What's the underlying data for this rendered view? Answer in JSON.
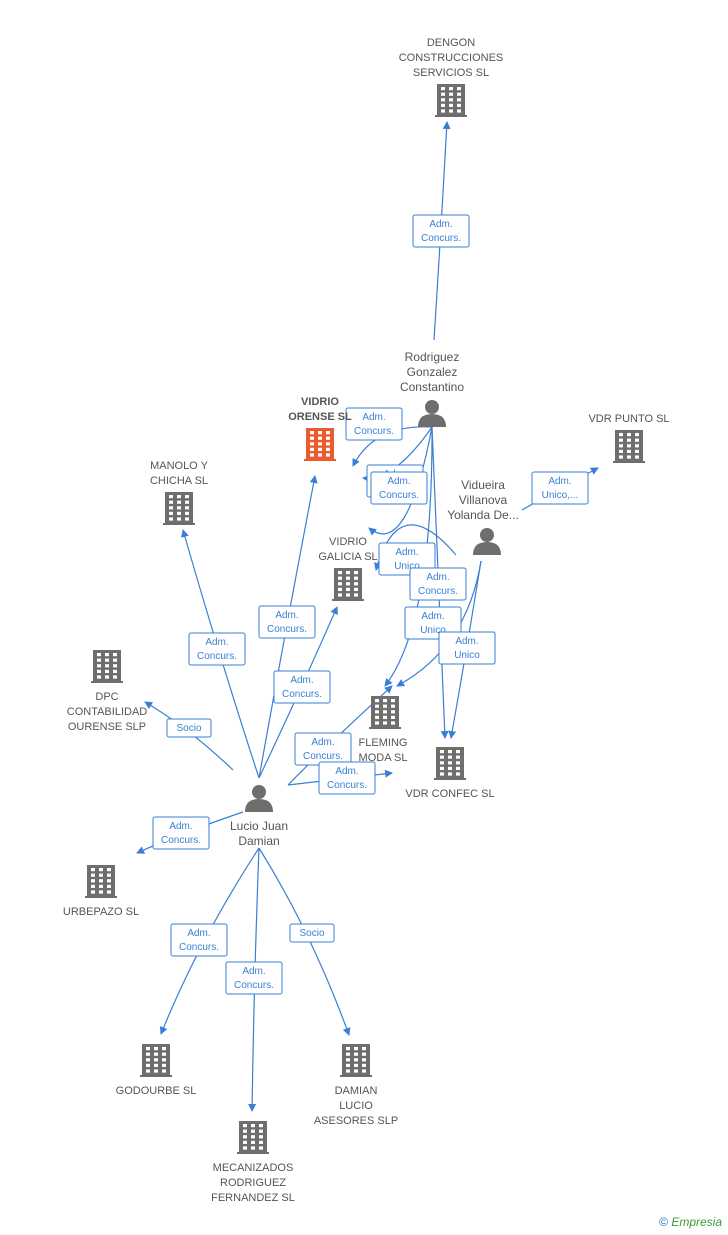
{
  "colors": {
    "edge": "#3a7fd5",
    "building": "#6e6e6e",
    "focus_building": "#ee5a2f",
    "person": "#6e6e6e"
  },
  "nodes": [
    {
      "id": "dengon",
      "kind": "company",
      "lines": [
        "DENGON",
        "CONSTRUCCIONES",
        "SERVICIOS SL"
      ]
    },
    {
      "id": "vdr_punto",
      "kind": "company",
      "lines": [
        "VDR PUNTO SL"
      ]
    },
    {
      "id": "vidrio_orense",
      "kind": "company",
      "focus": true,
      "lines": [
        "VIDRIO",
        "ORENSE SL"
      ]
    },
    {
      "id": "manolo",
      "kind": "company",
      "lines": [
        "MANOLO Y",
        "CHICHA SL"
      ]
    },
    {
      "id": "vidrio_galicia",
      "kind": "company",
      "lines": [
        "VIDRIO",
        "GALICIA SL"
      ]
    },
    {
      "id": "dpc",
      "kind": "company",
      "lines": [
        "DPC",
        "CONTABILIDAD",
        "OURENSE  SLP"
      ]
    },
    {
      "id": "fleming",
      "kind": "company",
      "lines": [
        "FLEMING",
        "MODA  SL"
      ]
    },
    {
      "id": "vdr_confec",
      "kind": "company",
      "lines": [
        "VDR CONFEC SL"
      ]
    },
    {
      "id": "urbepazo",
      "kind": "company",
      "lines": [
        "URBEPAZO SL"
      ]
    },
    {
      "id": "godourbe",
      "kind": "company",
      "lines": [
        "GODOURBE SL"
      ]
    },
    {
      "id": "damian",
      "kind": "company",
      "lines": [
        "DAMIAN",
        "LUCIO",
        "ASESORES SLP"
      ]
    },
    {
      "id": "mecanizados",
      "kind": "company",
      "lines": [
        "MECANIZADOS",
        "RODRIGUEZ",
        "FERNANDEZ SL"
      ]
    },
    {
      "id": "rodriguez",
      "kind": "person",
      "lines": [
        "Rodriguez",
        "Gonzalez",
        "Constantino"
      ]
    },
    {
      "id": "vidueira",
      "kind": "person",
      "lines": [
        "Vidueira",
        "Villanova",
        "Yolanda De..."
      ]
    },
    {
      "id": "lucio",
      "kind": "person",
      "lines": [
        "Lucio Juan",
        "Damian"
      ]
    }
  ],
  "edges": [
    {
      "from": "rodriguez",
      "to": "dengon",
      "label": [
        "Adm.",
        "Concurs."
      ]
    },
    {
      "from": "rodriguez",
      "to": "vidrio_orense",
      "label": [
        "Adm.",
        "Concurs."
      ]
    },
    {
      "from": "rodriguez",
      "to": "vidrio_orense",
      "label": [
        "Adm.",
        "Concurs."
      ]
    },
    {
      "from": "rodriguez",
      "to": "vidrio_galicia",
      "label": [
        "Adm.",
        "Unico"
      ]
    },
    {
      "from": "rodriguez",
      "to": "fleming",
      "label": [
        "Adm.",
        "Unico"
      ]
    },
    {
      "from": "rodriguez",
      "to": "vdr_confec",
      "label": [
        "Adm.",
        "Concurs."
      ]
    },
    {
      "from": "vidueira",
      "to": "vdr_punto",
      "label": [
        "Adm.",
        "Unico,..."
      ]
    },
    {
      "from": "vidueira",
      "to": "vidrio_galicia",
      "label": [
        "Adm.",
        "Concurs."
      ]
    },
    {
      "from": "vidueira",
      "to": "fleming",
      "label": [
        "Adm.",
        "Unico"
      ]
    },
    {
      "from": "vidueira",
      "to": "vdr_confec",
      "label": [
        "Adm.",
        "Unico"
      ]
    },
    {
      "from": "lucio",
      "to": "vidrio_orense",
      "label": [
        "Adm.",
        "Concurs."
      ]
    },
    {
      "from": "lucio",
      "to": "manolo",
      "label": [
        "Adm.",
        "Concurs."
      ]
    },
    {
      "from": "lucio",
      "to": "vidrio_galicia",
      "label": [
        "Adm.",
        "Concurs."
      ]
    },
    {
      "from": "lucio",
      "to": "dpc",
      "label": [
        "Socio"
      ]
    },
    {
      "from": "lucio",
      "to": "fleming",
      "label": [
        "Adm.",
        "Concurs."
      ]
    },
    {
      "from": "lucio",
      "to": "vdr_confec",
      "label": [
        "Adm.",
        "Concurs."
      ]
    },
    {
      "from": "lucio",
      "to": "urbepazo",
      "label": [
        "Adm.",
        "Concurs."
      ]
    },
    {
      "from": "lucio",
      "to": "godourbe",
      "label": [
        "Adm.",
        "Concurs."
      ]
    },
    {
      "from": "lucio",
      "to": "mecanizados",
      "label": [
        "Adm.",
        "Concurs."
      ]
    },
    {
      "from": "lucio",
      "to": "damian",
      "label": [
        "Socio"
      ]
    }
  ],
  "watermark": {
    "symbol": "©",
    "brand": "Empresia"
  }
}
